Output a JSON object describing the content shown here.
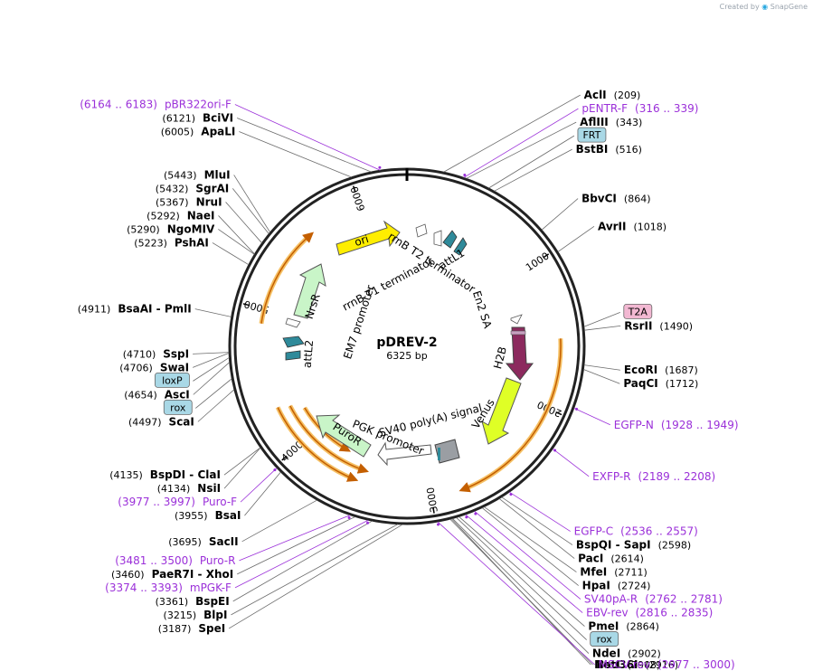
{
  "credit": {
    "prefix": "Created by",
    "brand": "SnapGene"
  },
  "plasmid": {
    "name": "pDREV-2",
    "length_label": "6325 bp",
    "length": 6325
  },
  "ticks": [
    {
      "label": "1000",
      "pos": 1000
    },
    {
      "label": "2000",
      "pos": 2000
    },
    {
      "label": "3000",
      "pos": 3000
    },
    {
      "label": "4000",
      "pos": 4000
    },
    {
      "label": "5000",
      "pos": 5000
    },
    {
      "label": "6000",
      "pos": 6000
    }
  ],
  "enzymes": [
    {
      "name": "AclI",
      "pos": "(209)",
      "bp": 209,
      "side": "right"
    },
    {
      "name": "AflIII",
      "pos": "(343)",
      "bp": 343,
      "side": "right"
    },
    {
      "name": "BstBI",
      "pos": "(516)",
      "bp": 516,
      "side": "right"
    },
    {
      "name": "BbvCI",
      "pos": "(864)",
      "bp": 864,
      "side": "right"
    },
    {
      "name": "AvrII",
      "pos": "(1018)",
      "bp": 1018,
      "side": "right"
    },
    {
      "name": "RsrII",
      "pos": "(1490)",
      "bp": 1490,
      "side": "right"
    },
    {
      "name": "EcoRI",
      "pos": "(1687)",
      "bp": 1687,
      "side": "right"
    },
    {
      "name": "PaqCI",
      "pos": "(1712)",
      "bp": 1712,
      "side": "right"
    },
    {
      "name": "BspQI - SapI",
      "pos": "(2598)",
      "bp": 2598,
      "side": "right"
    },
    {
      "name": "PacI",
      "pos": "(2614)",
      "bp": 2614,
      "side": "right"
    },
    {
      "name": "MfeI",
      "pos": "(2711)",
      "bp": 2711,
      "side": "right"
    },
    {
      "name": "HpaI",
      "pos": "(2724)",
      "bp": 2724,
      "side": "right"
    },
    {
      "name": "PmeI",
      "pos": "(2864)",
      "bp": 2864,
      "side": "right"
    },
    {
      "name": "NdeI",
      "pos": "(2902)",
      "bp": 2902,
      "side": "right"
    },
    {
      "name": "NotI",
      "pos": "(2908)",
      "bp": 2908,
      "side": "right"
    },
    {
      "name": "Bsu36I",
      "pos": "(2916)",
      "bp": 2916,
      "side": "right"
    },
    {
      "name": "SpeI",
      "pos": "(3187)",
      "bp": 3187,
      "side": "left"
    },
    {
      "name": "BlpI",
      "pos": "(3215)",
      "bp": 3215,
      "side": "left"
    },
    {
      "name": "BspEI",
      "pos": "(3361)",
      "bp": 3361,
      "side": "left"
    },
    {
      "name": "PaeR7I - XhoI",
      "pos": "(3460)",
      "bp": 3460,
      "side": "left"
    },
    {
      "name": "SacII",
      "pos": "(3695)",
      "bp": 3695,
      "side": "left"
    },
    {
      "name": "BsaI",
      "pos": "(3955)",
      "bp": 3955,
      "side": "left"
    },
    {
      "name": "NsiI",
      "pos": "(4134)",
      "bp": 4134,
      "side": "left"
    },
    {
      "name": "BspDI - ClaI",
      "pos": "(4135)",
      "bp": 4135,
      "side": "left"
    },
    {
      "name": "ScaI",
      "pos": "(4497)",
      "bp": 4497,
      "side": "left"
    },
    {
      "name": "AscI",
      "pos": "(4654)",
      "bp": 4654,
      "side": "left"
    },
    {
      "name": "SwaI",
      "pos": "(4706)",
      "bp": 4706,
      "side": "left"
    },
    {
      "name": "SspI",
      "pos": "(4710)",
      "bp": 4710,
      "side": "left"
    },
    {
      "name": "BsaAI - PmlI",
      "pos": "(4911)",
      "bp": 4911,
      "side": "left"
    },
    {
      "name": "PshAI",
      "pos": "(5223)",
      "bp": 5223,
      "side": "left"
    },
    {
      "name": "NgoMIV",
      "pos": "(5290)",
      "bp": 5290,
      "side": "left"
    },
    {
      "name": "NaeI",
      "pos": "(5292)",
      "bp": 5292,
      "side": "left"
    },
    {
      "name": "NruI",
      "pos": "(5367)",
      "bp": 5367,
      "side": "left"
    },
    {
      "name": "SgrAI",
      "pos": "(5432)",
      "bp": 5432,
      "side": "left"
    },
    {
      "name": "MluI",
      "pos": "(5443)",
      "bp": 5443,
      "side": "left"
    },
    {
      "name": "ApaLI",
      "pos": "(6005)",
      "bp": 6005,
      "side": "left"
    },
    {
      "name": "BciVI",
      "pos": "(6121)",
      "bp": 6121,
      "side": "left"
    }
  ],
  "primers": [
    {
      "name": "pBR322ori-F",
      "range": "(6164 .. 6183)",
      "bp": 6173,
      "side": "left"
    },
    {
      "name": "pENTR-F",
      "range": "(316 .. 339)",
      "bp": 327,
      "side": "right"
    },
    {
      "name": "EGFP-N",
      "range": "(1928 .. 1949)",
      "bp": 1938,
      "side": "right"
    },
    {
      "name": "EXFP-R",
      "range": "(2189 .. 2208)",
      "bp": 2198,
      "side": "right"
    },
    {
      "name": "EGFP-C",
      "range": "(2536 .. 2557)",
      "bp": 2546,
      "side": "right"
    },
    {
      "name": "SV40pA-R",
      "range": "(2762 .. 2781)",
      "bp": 2771,
      "side": "right"
    },
    {
      "name": "EBV-rev",
      "range": "(2816 .. 2835)",
      "bp": 2825,
      "side": "right"
    },
    {
      "name": "MSCV-rev",
      "range": "(2977 .. 3000)",
      "bp": 2988,
      "side": "right"
    },
    {
      "name": "mPGK-F",
      "range": "(3374 .. 3393)",
      "bp": 3383,
      "side": "left"
    },
    {
      "name": "Puro-R",
      "range": "(3481 .. 3500)",
      "bp": 3490,
      "side": "left"
    },
    {
      "name": "Puro-F",
      "range": "(3977 .. 3997)",
      "bp": 3987,
      "side": "left"
    }
  ],
  "boxed_features": [
    {
      "name": "FRT",
      "bp": 480,
      "color": "#a9d8e6"
    },
    {
      "name": "T2A",
      "bp": 1470,
      "color": "#f2b8d2"
    },
    {
      "name": "rox",
      "bp": 2880,
      "color": "#a9d8e6"
    },
    {
      "name": "rox",
      "bp": 4560,
      "color": "#a9d8e6"
    },
    {
      "name": "loxP",
      "bp": 4680,
      "color": "#a9d8e6"
    }
  ],
  "features": [
    {
      "name": "attL1",
      "color": "#2f8a9a"
    },
    {
      "name": "rrnB T2 terminator",
      "color": "#ffffff"
    },
    {
      "name": "rrnB T1 terminator",
      "color": "#ffffff"
    },
    {
      "name": "ori",
      "color": "#ffee00"
    },
    {
      "name": "NrsR",
      "color": "#c9f5c8"
    },
    {
      "name": "EM7 promoter",
      "color": "#ffffff"
    },
    {
      "name": "attL2",
      "color": "#2f8a9a"
    },
    {
      "name": "En2 SA",
      "color": "#ffffff"
    },
    {
      "name": "H2B",
      "color": "#8c2a5e"
    },
    {
      "name": "Venus",
      "color": "#dfff26"
    },
    {
      "name": "SV40 poly(A) signal",
      "color": "#9a9ea3"
    },
    {
      "name": "PGK promoter",
      "color": "#ffffff"
    },
    {
      "name": "PuroR",
      "color": "#c9f5c8"
    }
  ]
}
